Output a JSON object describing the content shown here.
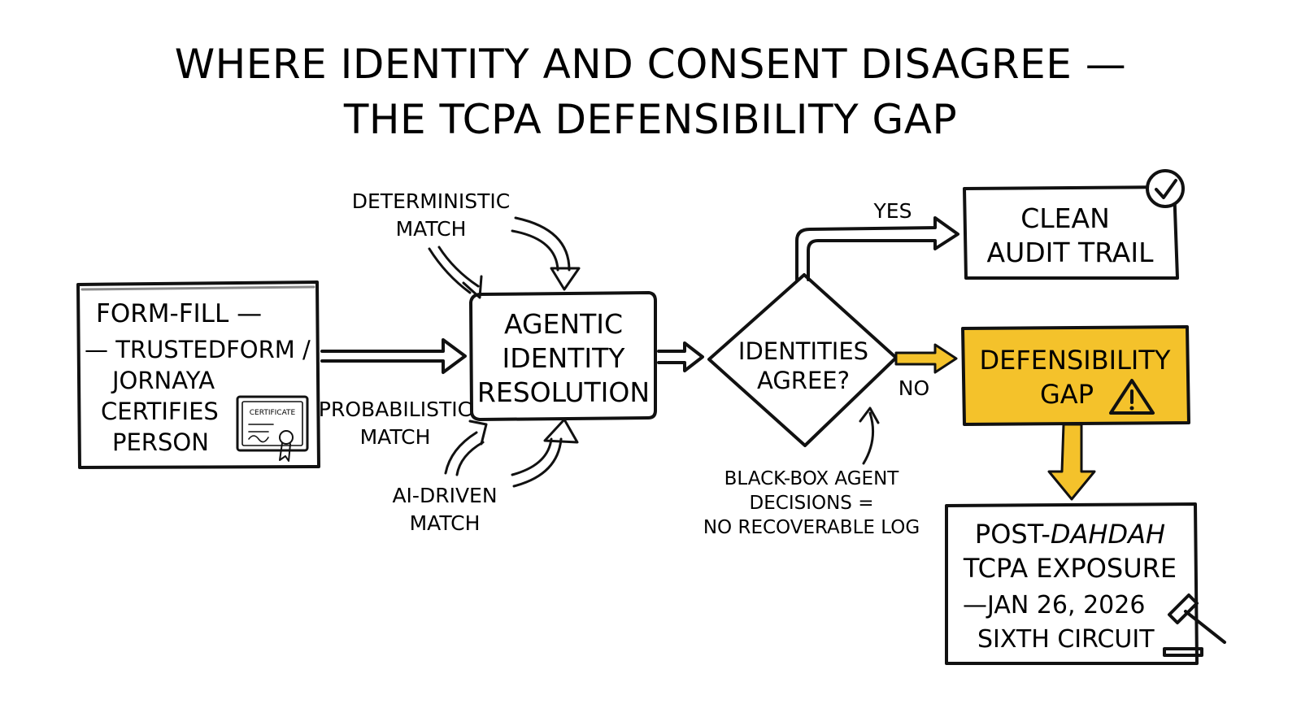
{
  "title": {
    "line1": "WHERE IDENTITY AND CONSENT DISAGREE —",
    "line2": "THE TCPA DEFENSIBILITY GAP"
  },
  "nodes": {
    "form_fill": {
      "line1": "FORM-FILL —",
      "line2": "— TRUSTEDFORM /",
      "line3": "JORNAYA",
      "line4": "CERTIFIES",
      "line5": "PERSON",
      "certificate_label": "CERTIFICATE"
    },
    "agentic": {
      "line1": "AGENTIC",
      "line2": "IDENTITY",
      "line3": "RESOLUTION"
    },
    "decision": {
      "line1": "IDENTITIES",
      "line2": "AGREE?"
    },
    "clean": {
      "line1": "CLEAN",
      "line2": "AUDIT TRAIL"
    },
    "gap": {
      "line1": "DEFENSIBILITY",
      "line2": "GAP"
    },
    "exposure": {
      "line1_a": "POST-",
      "line1_b": "DAHDAH",
      "line2": "TCPA EXPOSURE",
      "line3": "—JAN 26, 2026",
      "line4": "SIXTH CIRCUIT"
    }
  },
  "labels": {
    "deterministic_1": "DETERMINISTIC",
    "deterministic_2": "MATCH",
    "probabilistic_1": "PROBABILISTIC",
    "probabilistic_2": "MATCH",
    "ai_1": "AI-DRIVEN",
    "ai_2": "MATCH",
    "yes": "YES",
    "no": "NO",
    "blackbox_1": "BLACK-BOX AGENT",
    "blackbox_2": "DECISIONS =",
    "blackbox_3": "NO RECOVERABLE LOG"
  },
  "colors": {
    "ink": "#111111",
    "accent": "#F4C22B",
    "background": "#FFFFFF"
  },
  "icons": [
    "certificate-icon",
    "check-circle-icon",
    "warning-icon",
    "gavel-icon"
  ]
}
